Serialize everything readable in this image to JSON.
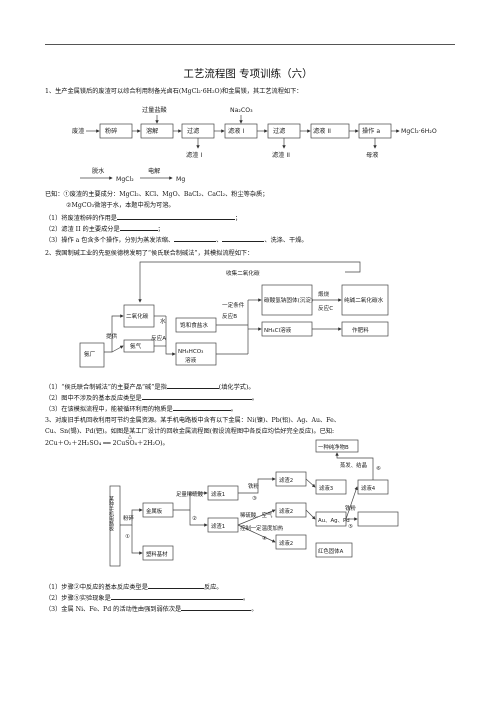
{
  "title": "工艺流程图    专项训练（六）",
  "q1": {
    "stem": "1、生产金属镁后的废渣可以综合利用制备光卤石(MgCl₂·6H₂O)和金属镁，其工艺流程如下：",
    "flow": {
      "waste": "废渣",
      "crush": "粉碎",
      "dissolve": "溶解",
      "filter1": "过滤",
      "filtrate1": "滤液 I",
      "filter2": "过滤",
      "filtrate2": "滤液 II",
      "op_a": "操作 a",
      "product": "MgCl₂·6H₂O",
      "acid": "过量盐酸",
      "na2co3": "Na₂CO₃",
      "residue1": "滤渣 I",
      "residue2": "滤渣 II",
      "mother": "母液",
      "dehydrate": "脱水",
      "mgcl2": "MgCl₂",
      "electrolysis": "电解",
      "mg": "Mg"
    },
    "known1": "已知：①废渣的主要成分：MgCl₂、KCl、MgO、BaCl₂、CaCl₂、粉尘等杂质；",
    "known2": "②MgCO₃微溶于水，本题中视为可溶。",
    "sub1": "（1）将废渣粉碎的作用是",
    "sub2": "（2）滤渣 II 的主要成分是",
    "sub3a": "（3）操作 a 包含多个操作，分别为蒸发浓缩、",
    "sub3b": "、",
    "sub3c": "、洗涤、干燥。"
  },
  "q2": {
    "stem": "2、我国制碱工业的先驱侯德榜发明了“侯氏联合制碱法”，其模拟流程如下：",
    "flow": {
      "recycle": "收集二氧化碳",
      "ammonia_plant": "氨厂",
      "provide": "提供",
      "co2": "二氧化碳",
      "nh3": "氨气",
      "water": "水",
      "reaction_a": "反应A",
      "nh4hco3": "NH₄HCO₃",
      "solution": "溶液",
      "brine": "饱和食盐水",
      "condition": "一定条件",
      "reaction_b": "反应B",
      "nahco3": "碳酸氢钠固体(沉淀)",
      "calcine": "煅烧",
      "reaction_c": "反应C",
      "soda": "纯碱二氧化碳水",
      "nh4cl": "NH₄Cl溶液",
      "fertilizer": "作肥料"
    },
    "sub1a": "（1）“侯氏联合制碱法”的主要产品“碱”是指",
    "sub1b": "(填化学式)。",
    "sub2": "（2）图中不涉及的基本反应类型是",
    "sub3": "（3）在该模拟流程中，能被循环利用的物质是"
  },
  "q3": {
    "stem1": "3、对废旧手机回收利用可节约金属资源。某手机电路板中含有以下金属：Ni(镍)、Pb(铅)、Ag、Au、Fe、",
    "stem2": "Cu、Sn(锡)、Pd(钯)。如图是某工厂设计的回收金属流程图(假设流程图中各反应均恰好完全反应)。已知:",
    "equation": "2Cu＋O₂＋2H₂SO₄ ══ 2CuSO₄＋2H₂O)。",
    "delta": "△",
    "flow": {
      "board": "某种手机电路板",
      "crush": "粉碎",
      "s1": "①",
      "metal_powder": "金属板",
      "plastic": "塑料基材",
      "excess_acid": "足量稀硫酸",
      "s2": "②",
      "filtrate1": "滤液1",
      "residue1": "滤渣1",
      "iron": "铁粉",
      "s3": "③",
      "residue2": "滤渣2",
      "dilute": "稀硫酸、空气",
      "control": "控制一定温度加热",
      "s4": "④",
      "filtrate3": "滤液3",
      "s5": "⑤",
      "iron2": "铁粉",
      "filtrate4": "滤液4",
      "evap": "蒸发、结晶",
      "s6": "⑥",
      "pure_b": "一种纯净物B",
      "au_ag_pd": "Au、Ag、Pd",
      "red_solid": "红色固体A",
      "filtrate2": "滤液2"
    },
    "sub1a": "（1）步骤②中反应的基本反应类型是",
    "sub1b": "反应。",
    "sub2": "（2）步骤⑤实验现象是",
    "sub3": "（3）金属 Ni、Fe、Pd 的活动性由强到弱依次是"
  }
}
